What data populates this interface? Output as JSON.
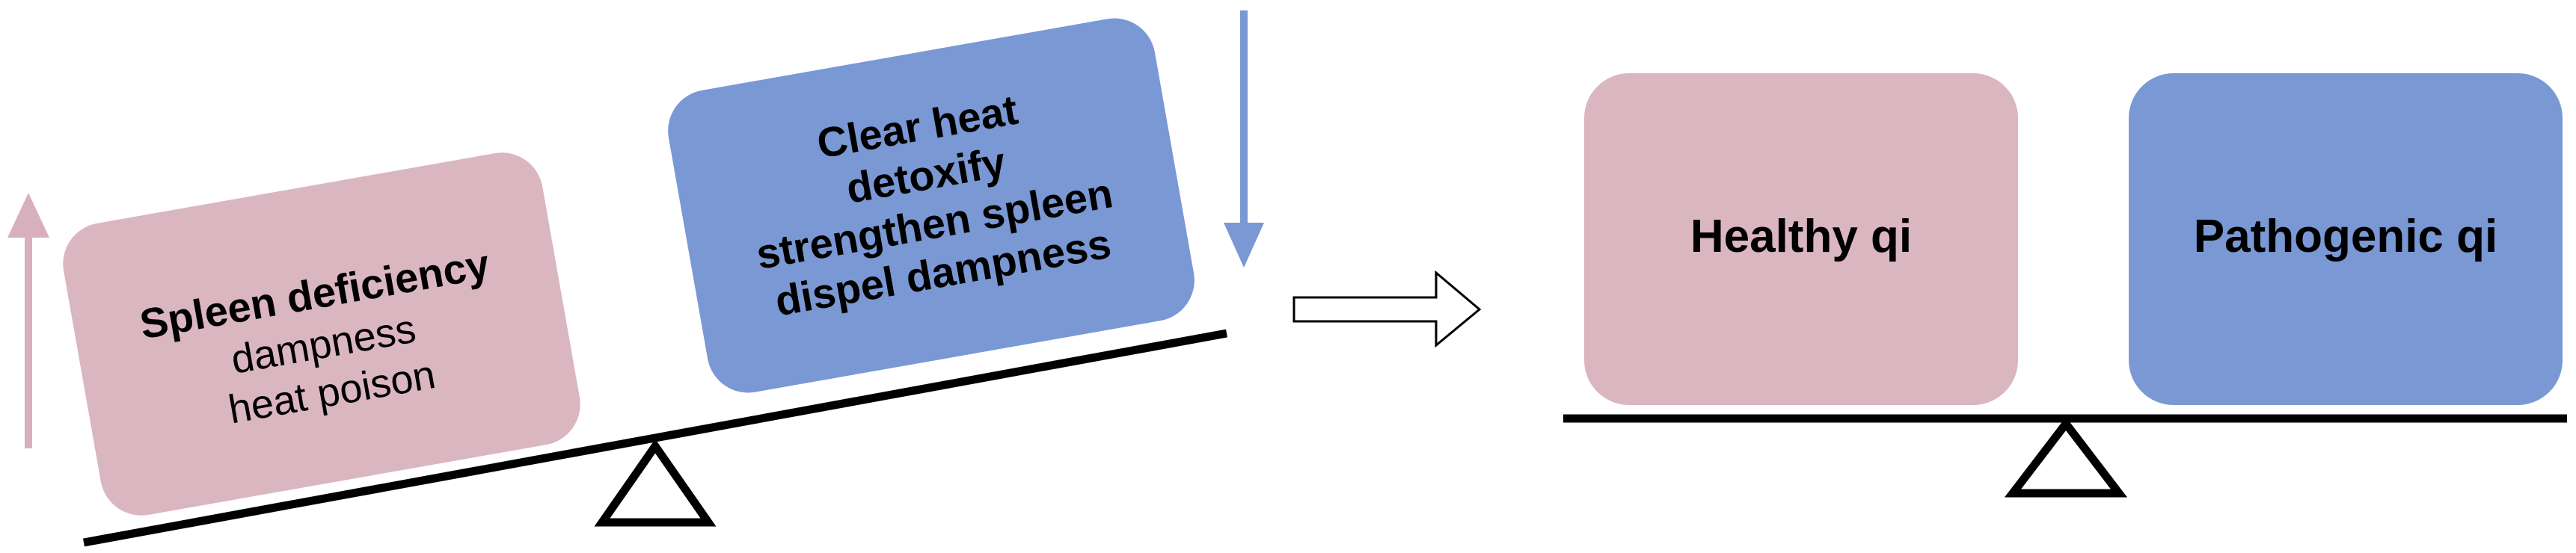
{
  "colors": {
    "pink": "#dab6c0",
    "blue": "#7a98d4",
    "pink_arrow": "#d8b0bd",
    "blue_arrow": "#7a98d4",
    "line": "#000000"
  },
  "left_scale": {
    "pink_box": {
      "lines": [
        "Spleen deficiency",
        "dampness",
        "heat poison"
      ]
    },
    "blue_box": {
      "lines": [
        "Clear heat",
        "detoxify",
        "strengthen spleen",
        "dispel dampness"
      ]
    },
    "pink_arrow_icon": "arrow-up-icon",
    "blue_arrow_icon": "arrow-down-icon"
  },
  "transition_arrow_icon": "hollow-arrow-right-icon",
  "right_scale": {
    "healthy_label": "Healthy qi",
    "pathogenic_label": "Pathogenic qi"
  }
}
